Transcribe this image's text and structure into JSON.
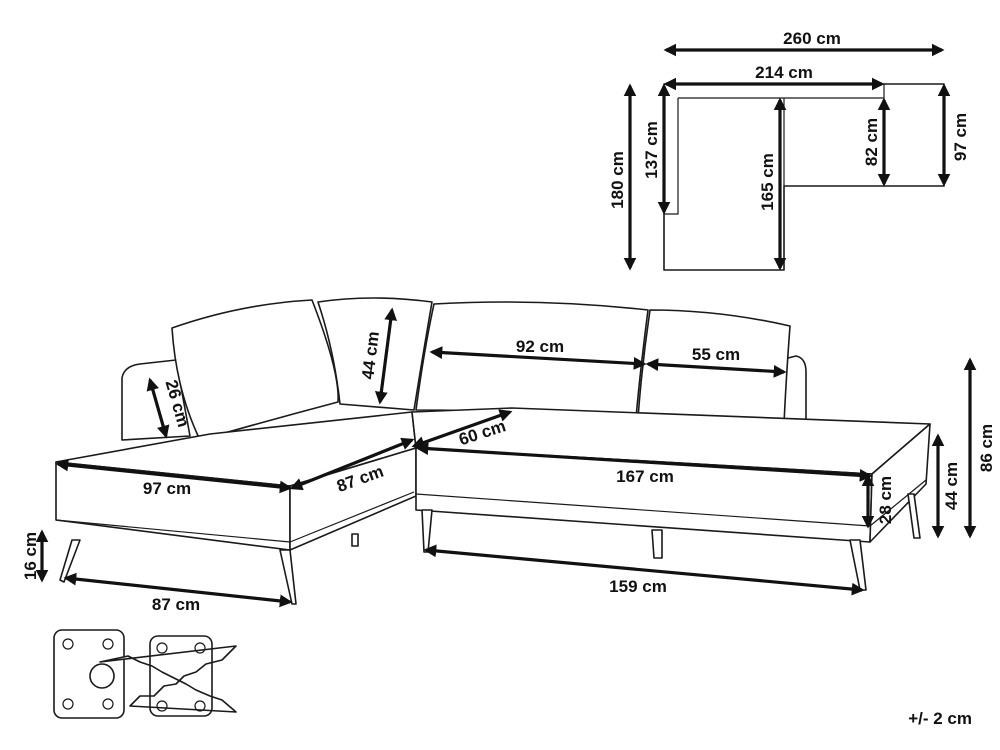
{
  "plan_view": {
    "total_width": "260 cm",
    "inner_width": "214 cm",
    "total_depth": "180 cm",
    "chaise_inner_depth": "137 cm",
    "inner_depth": "165 cm",
    "seat_depth_right": "82 cm",
    "depth_right": "97 cm"
  },
  "front_view": {
    "cushion_height": "44 cm",
    "cushion_thickness": "26 cm",
    "cushion_width_large": "92 cm",
    "cushion_width_small": "55 cm",
    "seat_depth": "60 cm",
    "chaise_seat_width": "97 cm",
    "chaise_seat_depth": "87 cm",
    "main_seat_width": "167 cm",
    "total_height": "86 cm",
    "seat_height": "44 cm",
    "frame_height": "28 cm",
    "leg_height": "16 cm",
    "leg_span_chaise": "87 cm",
    "leg_span_main": "159 cm"
  },
  "tolerance": "+/- 2 cm"
}
